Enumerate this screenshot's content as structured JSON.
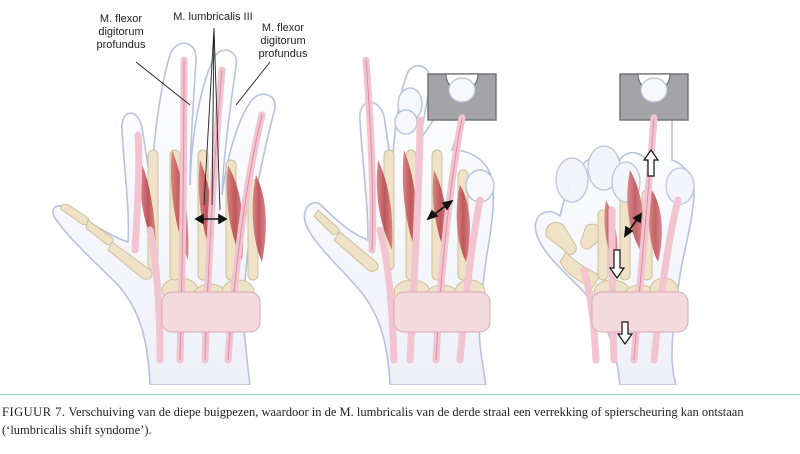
{
  "labels": {
    "flexor_left": "M. flexor digitorum profundus",
    "lumbricalis": "M. lumbricalis III",
    "flexor_right": "M. flexor digitorum profundus"
  },
  "caption": {
    "figure_number": "FIGUUR 7.",
    "text": "Verschuiving van de diepe buigpezen, waardoor in de M. lumbricalis van de derde straal een verrekking of spierscheuring kan ontstaan (‘lumbricalis shift syndome’)."
  },
  "colors": {
    "skin_outline": "#b8c2df",
    "skin_fill": "#f7f8fc",
    "bone": "#efe2c6",
    "tendon": "#f2c4d0",
    "muscle": "#c0585c",
    "band": "#f4d9dd",
    "clamp": "#a4a4a6",
    "rule": "#8fd3d0"
  }
}
